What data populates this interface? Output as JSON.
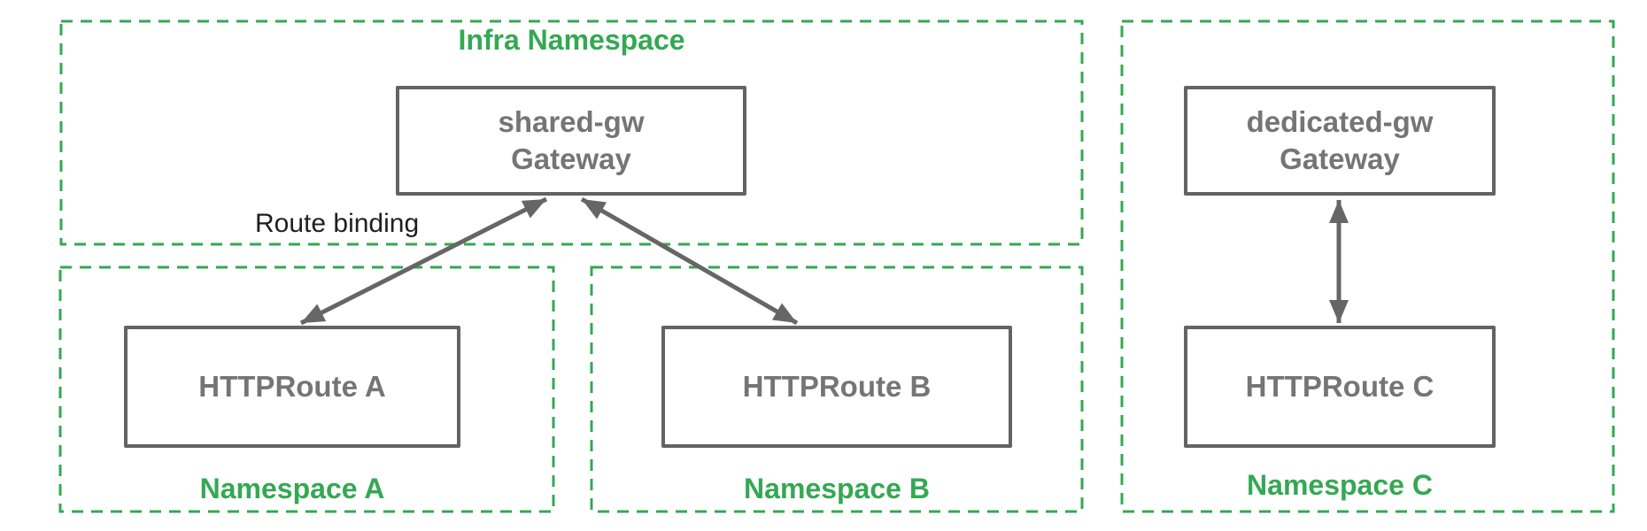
{
  "colors": {
    "namespace_border": "#34a853",
    "namespace_label": "#34a853",
    "box_border": "#636363",
    "box_text": "#757575",
    "arrow": "#666666",
    "annotation": "#1f1f1f",
    "background": "#ffffff"
  },
  "infra": {
    "label": "Infra Namespace",
    "gateway": {
      "line1": "shared-gw",
      "line2": "Gateway"
    }
  },
  "namespace_a": {
    "label": "Namespace A",
    "route_label": "HTTPRoute A"
  },
  "namespace_b": {
    "label": "Namespace B",
    "route_label": "HTTPRoute B"
  },
  "namespace_c": {
    "label": "Namespace C",
    "gateway": {
      "line1": "dedicated-gw",
      "line2": "Gateway"
    },
    "route_label": "HTTPRoute C"
  },
  "annotations": {
    "route_binding": "Route binding"
  }
}
